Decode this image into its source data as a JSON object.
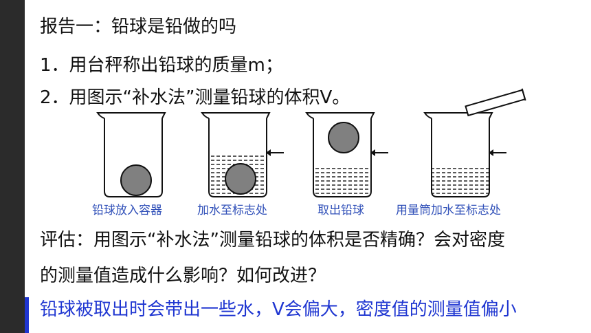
{
  "report": {
    "title": "报告一：铅球是铅做的吗",
    "step1": "1．用台秤称出铅球的质量m；",
    "step2": "2．用图示“补水法”测量铅球的体积V。"
  },
  "figure": {
    "captions": [
      "铅球放入容器",
      "加水至标志处",
      "取出铅球",
      "用量筒加水至标志处"
    ]
  },
  "evaluation": {
    "line1": "评估：用图示“补水法”测量铅球的体积是否精确？会对密度",
    "line2": "的测量值造成什么影响？如何改进？",
    "answer": "铅球被取出时会带出一些水，V会偏大，密度值的测量值偏小"
  },
  "colors": {
    "sidebar": "#2b2b2b",
    "answer_blue": "#1f36d1",
    "caption_blue": "#2f4fb8",
    "ball_gray": "#808080"
  }
}
